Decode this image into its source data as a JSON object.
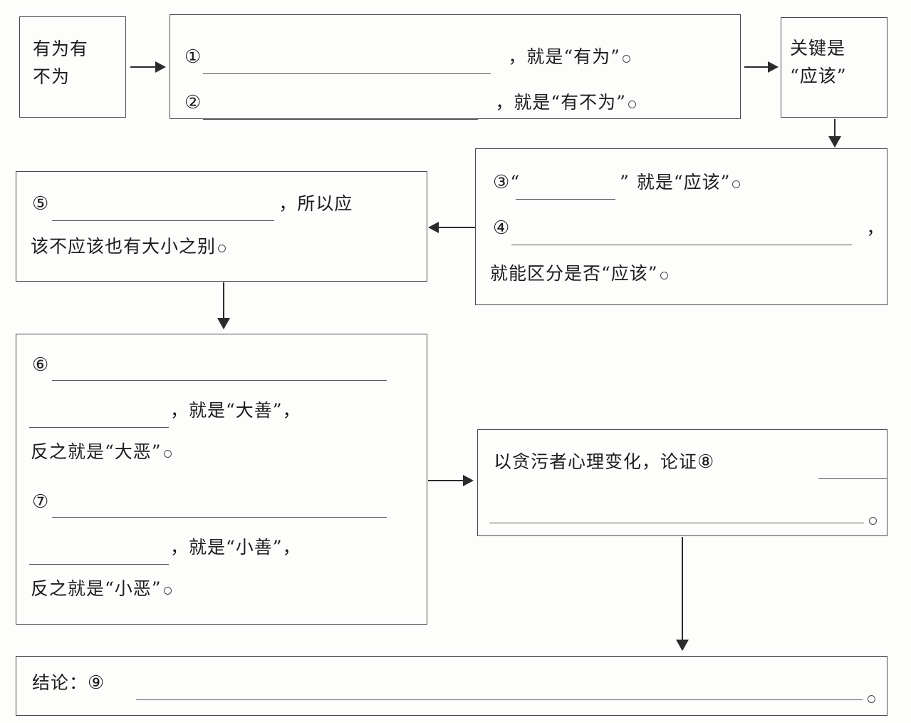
{
  "document": {
    "type": "fill-in-the-blank flow chart worksheet",
    "language": "zh-CN"
  },
  "nodes": {
    "topic": {
      "label_line1": "有为有",
      "label_line2": "不为"
    },
    "definitions": {
      "item1_marker": "①",
      "item1_tail": "，就是“有为”",
      "item1_period": "。",
      "item2_marker": "②",
      "item2_tail": "，就是“有不为”",
      "item2_period": "。"
    },
    "key": {
      "line1": "关键是",
      "line2": "“应该”"
    },
    "criterion": {
      "item3_marker": "③",
      "item3_open_quote": "“",
      "item3_close_quote": "”",
      "item3_tail": "就是“应该”",
      "item3_period": "。",
      "item4_marker": "④",
      "item4_comma": "，",
      "item4_tail": "就能区分是否“应该”",
      "item4_period": "。"
    },
    "magnitude": {
      "item5_marker": "⑤",
      "item5_tail": "，所以应",
      "item5_line2": "该不应该也有大小之别",
      "item5_period": "。"
    },
    "goodevil": {
      "item6_marker": "⑥",
      "item6_tail": "，就是“大善”，",
      "item6_line3": "反之就是“大恶”",
      "item6_period": "。",
      "item7_marker": "⑦",
      "item7_tail": "，就是“小善”，",
      "item7_line3": "反之就是“小恶”",
      "item7_period": "。"
    },
    "evidence": {
      "lead": "以贪污者心理变化，论证",
      "item8_marker": "⑧",
      "item8_period": "。"
    },
    "conclusion": {
      "label": "结论：",
      "item9_marker": "⑨",
      "item9_period": "。"
    }
  },
  "connectors": [
    {
      "name": "topic-to-definitions",
      "direction": "right"
    },
    {
      "name": "definitions-to-key",
      "direction": "right"
    },
    {
      "name": "key-to-criterion",
      "direction": "down"
    },
    {
      "name": "criterion-to-magnitude",
      "direction": "left"
    },
    {
      "name": "magnitude-to-goodevil",
      "direction": "down"
    },
    {
      "name": "goodevil-to-evidence",
      "direction": "right"
    },
    {
      "name": "evidence-to-conclusion",
      "direction": "down"
    }
  ],
  "colors": {
    "page_background": "#fdfdfc",
    "box_border": "#4a4a4a",
    "text": "#1d1d1d",
    "rule": "#555555",
    "arrow": "#2b2b2b"
  }
}
